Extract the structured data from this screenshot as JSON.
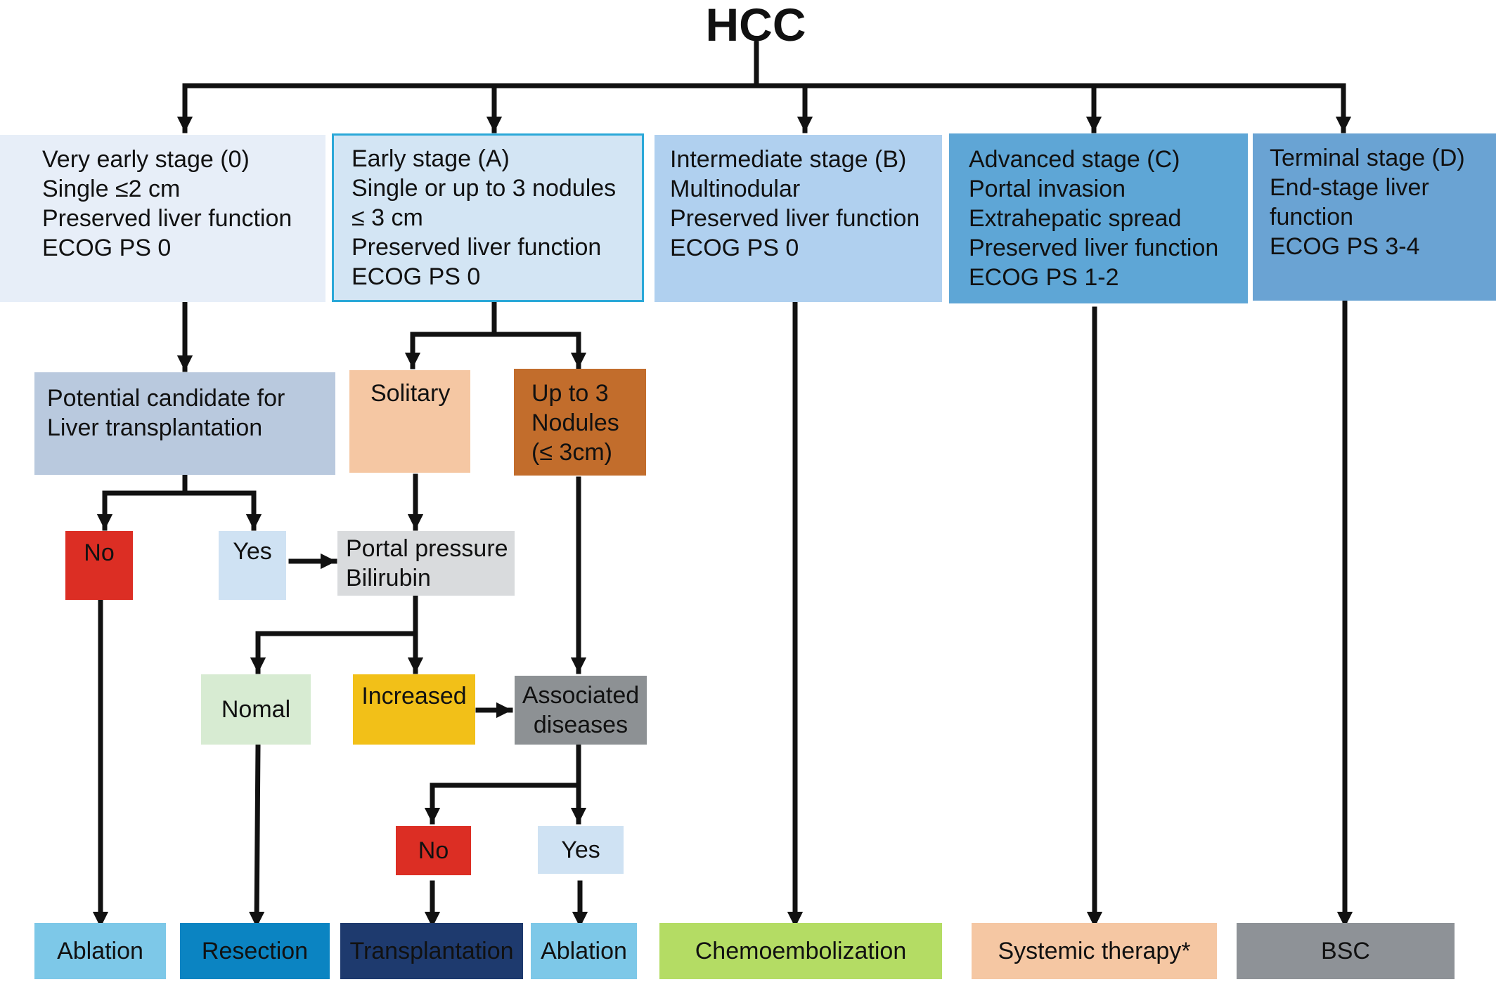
{
  "title": "HCC",
  "colors": {
    "very_early": "#e7eef8",
    "early": "#d3e5f4",
    "early_border": "#2aa8d8",
    "intermediate": "#b0d0ef",
    "advanced": "#5ea6d6",
    "terminal": "#6aa3d3",
    "candidate": "#b9c9de",
    "solitary": "#f5c7a3",
    "up_to_3": "#c26d2c",
    "no": "#dc2e24",
    "yes": "#cfe2f3",
    "portal": "#d9dbdd",
    "normal": "#d7ebd2",
    "increased": "#f2c018",
    "associated": "#8d9194",
    "ablation": "#7dc8e8",
    "resection": "#0b84c2",
    "transplantation": "#1e3a6e",
    "chemoembolization": "#b4dc64",
    "systemic": "#f5c7a3",
    "bsc": "#8e9297",
    "arrow": "#111111"
  },
  "stages": {
    "very_early": [
      "Very early stage (0)",
      "Single ≤2 cm",
      "Preserved liver function",
      "ECOG PS 0"
    ],
    "early": [
      "Early stage (A)",
      "Single or up to 3 nodules",
      "≤ 3 cm",
      "Preserved liver function",
      "ECOG PS 0"
    ],
    "intermediate": [
      "Intermediate stage (B)",
      "Multinodular",
      "Preserved liver function",
      "ECOG PS 0"
    ],
    "advanced": [
      "Advanced stage (C)",
      "Portal invasion",
      "Extrahepatic spread",
      "Preserved liver function",
      "ECOG PS 1-2"
    ],
    "terminal": [
      "Terminal stage (D)",
      "End-stage liver",
      "function",
      "ECOG PS 3-4"
    ]
  },
  "nodes": {
    "candidate": [
      "Potential candidate for",
      "Liver transplantation"
    ],
    "solitary": "Solitary",
    "up_to_3": [
      "Up to 3",
      "Nodules",
      "(≤ 3cm)"
    ],
    "no_1": "No",
    "yes_1": "Yes",
    "portal": [
      "Portal pressure",
      "Bilirubin"
    ],
    "normal": "Nomal",
    "increased": "Increased",
    "associated": [
      "Associated",
      "diseases"
    ],
    "no_2": "No",
    "yes_2": "Yes"
  },
  "treatments": {
    "ablation_1": "Ablation",
    "resection": "Resection",
    "transplantation": "Transplantation",
    "ablation_2": "Ablation",
    "chemoembolization": "Chemoembolization",
    "systemic": "Systemic therapy*",
    "bsc": "BSC"
  }
}
